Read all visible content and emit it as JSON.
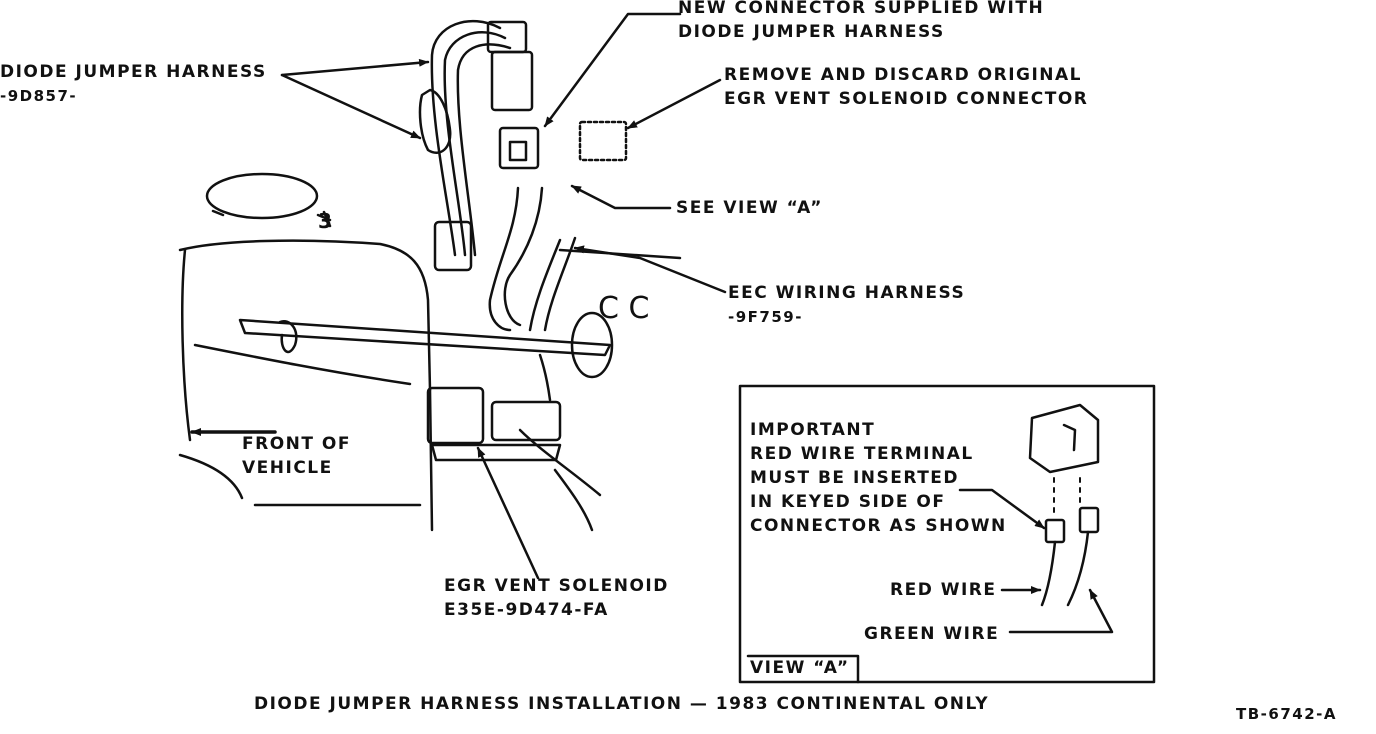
{
  "labels": {
    "new_connector": [
      "NEW CONNECTOR SUPPLIED WITH",
      "DIODE JUMPER HARNESS"
    ],
    "diode_harness": [
      "DIODE JUMPER HARNESS",
      "-9D857-"
    ],
    "remove_connector": [
      "REMOVE AND DISCARD ORIGINAL",
      "EGR VENT SOLENOID CONNECTOR"
    ],
    "see_view": "SEE VIEW “A”",
    "eec_harness": [
      "EEC WIRING HARNESS",
      "-9F759-"
    ],
    "front_of_vehicle": [
      "FRONT OF",
      "VEHICLE"
    ],
    "egr_solenoid": [
      "EGR VENT SOLENOID",
      "E35E-9D474-FA"
    ],
    "caption": "DIODE JUMPER HARNESS INSTALLATION — 1983 CONTINENTAL ONLY",
    "figure_id": "TB-6742-A",
    "drawing_marks": {
      "three": "3",
      "cc": "C C"
    }
  },
  "view_a": {
    "title": "VIEW “A”",
    "important": [
      "IMPORTANT",
      "RED WIRE TERMINAL",
      "MUST BE INSERTED",
      "IN KEYED SIDE OF",
      "CONNECTOR AS SHOWN"
    ],
    "red_wire": "RED WIRE",
    "green_wire": "GREEN WIRE"
  }
}
